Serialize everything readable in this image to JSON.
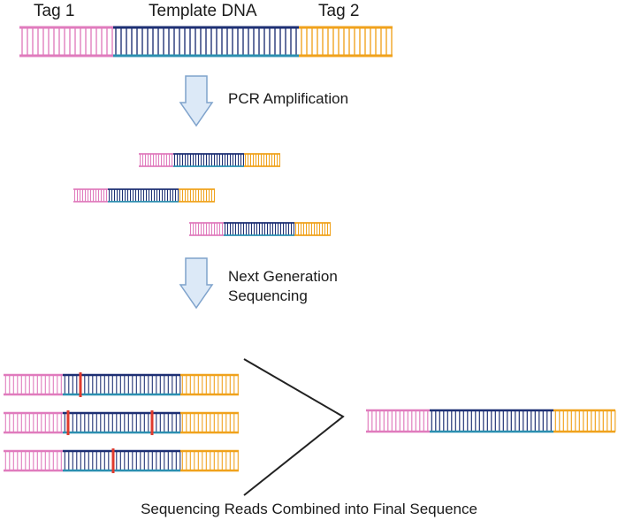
{
  "labels": {
    "tag1": "Tag 1",
    "template": "Template DNA",
    "tag2": "Tag 2",
    "pcr": "PCR Amplification",
    "ngs_line1": "Next Generation",
    "ngs_line2": "Sequencing",
    "caption": "Sequencing Reads Combined into Final Sequence"
  },
  "colors": {
    "tag1": "#e07bbd",
    "template_top": "#1d2f73",
    "template_bottom": "#2b8fb0",
    "tag2": "#f0a21c",
    "error_mark": "#e03a2c",
    "arrow_fill": "#dce9f7",
    "arrow_stroke": "#7fa3cc"
  },
  "strands": {
    "source": {
      "label_keys": [
        "tag1",
        "template",
        "tag2"
      ]
    },
    "pcr_copies": 3,
    "sequencing_reads": [
      {
        "error_marks": 1
      },
      {
        "error_marks": 2
      },
      {
        "error_marks": 1
      }
    ],
    "final": {
      "error_marks": 0
    }
  }
}
